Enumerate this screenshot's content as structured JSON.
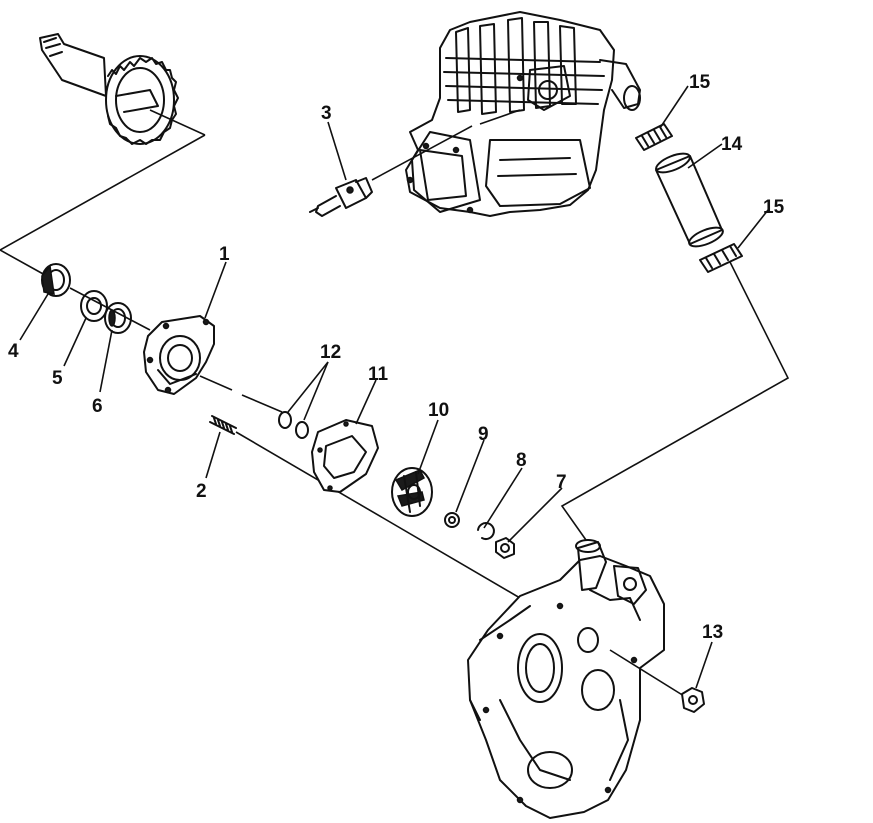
{
  "diagram": {
    "callouts": [
      {
        "id": "1",
        "label": "1"
      },
      {
        "id": "2",
        "label": "2"
      },
      {
        "id": "3",
        "label": "3"
      },
      {
        "id": "4",
        "label": "4"
      },
      {
        "id": "5",
        "label": "5"
      },
      {
        "id": "6",
        "label": "6"
      },
      {
        "id": "7",
        "label": "7"
      },
      {
        "id": "8",
        "label": "8"
      },
      {
        "id": "9",
        "label": "9"
      },
      {
        "id": "10",
        "label": "10"
      },
      {
        "id": "11",
        "label": "11"
      },
      {
        "id": "12",
        "label": "12"
      },
      {
        "id": "13",
        "label": "13"
      },
      {
        "id": "14",
        "label": "14"
      },
      {
        "id": "15a",
        "label": "15"
      },
      {
        "id": "15b",
        "label": "15"
      }
    ]
  }
}
